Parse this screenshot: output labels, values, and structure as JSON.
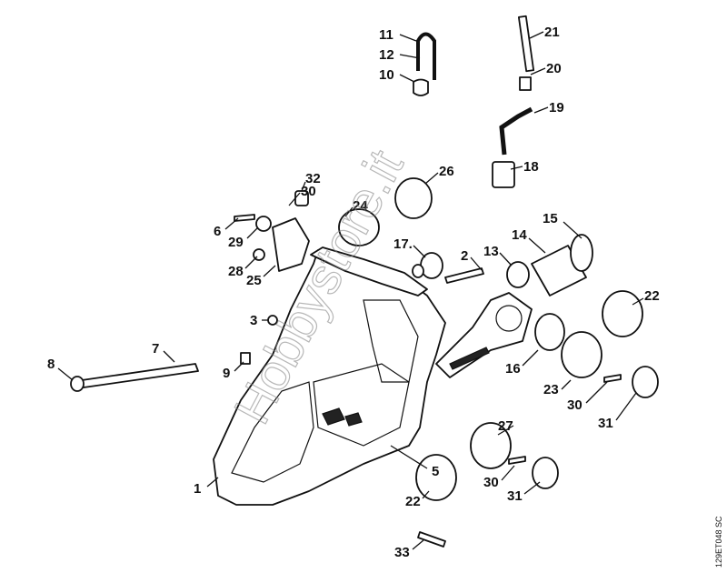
{
  "diagram": {
    "labels": [
      "11",
      "12",
      "10",
      "21",
      "20",
      "19",
      "18",
      "26",
      "32",
      "30",
      "24",
      "6",
      "29",
      "17.",
      "15",
      "14",
      "13",
      "2",
      "28",
      "25",
      "22",
      "3",
      "7",
      "8",
      "9",
      "16",
      "23",
      "30",
      "31",
      "27",
      "1",
      "5",
      "30",
      "31",
      "22",
      "33"
    ],
    "watermark": "Hobbystore.it",
    "drawing_code": "129ET048 SC"
  }
}
